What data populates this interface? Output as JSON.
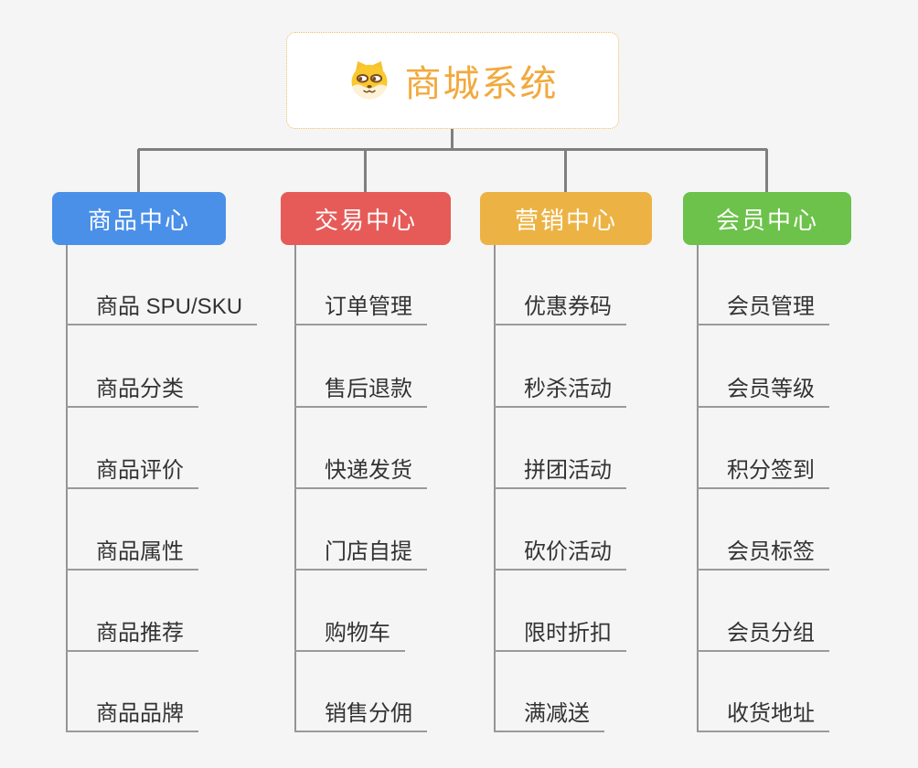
{
  "root": {
    "title": "商城系统",
    "icon": "shiba-dog-icon"
  },
  "branches": [
    {
      "label": "商品中心",
      "color": "#4a90e8",
      "items": [
        "商品 SPU/SKU",
        "商品分类",
        "商品评价",
        "商品属性",
        "商品推荐",
        "商品品牌"
      ]
    },
    {
      "label": "交易中心",
      "color": "#e65b58",
      "items": [
        "订单管理",
        "售后退款",
        "快递发货",
        "门店自提",
        "购物车",
        "销售分佣"
      ]
    },
    {
      "label": "营销中心",
      "color": "#ecb344",
      "items": [
        "优惠券码",
        "秒杀活动",
        "拼团活动",
        "砍价活动",
        "限时折扣",
        "满减送"
      ]
    },
    {
      "label": "会员中心",
      "color": "#6cc24a",
      "items": [
        "会员管理",
        "会员等级",
        "积分签到",
        "会员标签",
        "会员分组",
        "收货地址"
      ]
    }
  ],
  "palette": {
    "background": "#f5f5f6",
    "connector_line": "#7f7f7f",
    "topic_underline": "#9a9a9a",
    "topic_text": "#333333",
    "root_title": "#f2a93c",
    "root_border": "#f0b762"
  }
}
